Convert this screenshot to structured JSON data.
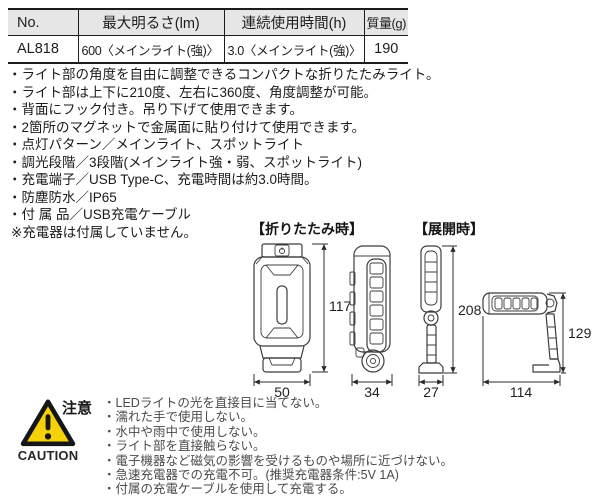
{
  "table": {
    "headers": [
      "No.",
      "最大明るさ(lm)",
      "連続使用時間(h)",
      "質量(g)"
    ],
    "rows": [
      [
        "AL818",
        "600〈メインライト(強)〉",
        "3.0〈メインライト(強)〉",
        "190"
      ]
    ]
  },
  "features": [
    "・ライト部の角度を自由に調整できるコンパクトな折りたたみライト。",
    "・ライト部は上下に210度、左右に360度、角度調整が可能。",
    "・背面にフック付き。吊り下げて使用できます。",
    "・2箇所のマグネットで金属面に貼り付けて使用できます。",
    "・点灯パターン／メインライト、スポットライト",
    "・調光段階／3段階(メインライト強・弱、スポットライト)",
    "・充電端子／USB Type-C、充電時間は約3.0時間。",
    "・防塵防水／IP65",
    "・付 属 品／USB充電ケーブル",
    "※充電器は付属していません。"
  ],
  "diagrams": {
    "folded_caption": "【折りたたみ時】",
    "open_caption": "【展開時】",
    "dimensions": {
      "folded_front_height": "117",
      "folded_front_width": "50",
      "folded_side_width": "34",
      "open_side_height": "208",
      "open_side_depth": "27",
      "open_front_height": "129",
      "open_front_width": "114"
    }
  },
  "caution": {
    "label_jp": "注意",
    "label_en": "CAUTION",
    "items": [
      "・LEDライトの光を直接目に当てない。",
      "・濡れた手で使用しない。",
      "・水中や雨中で使用しない。",
      "・ライト部を直接触らない。",
      "・電子機器など磁気の影響を受けるものや場所に近づけない。",
      "・急速充電器での充電不可。(推奨充電器条件:5V 1A)",
      "・付属の充電ケーブルを使用して充電する。"
    ]
  },
  "colors": {
    "warning_yellow": "#F6D10A",
    "table_header_bg": "#E6E6E6",
    "line_color": "#3C3C3C"
  }
}
